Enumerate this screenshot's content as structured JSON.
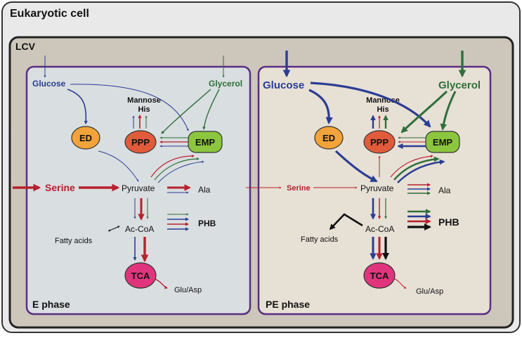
{
  "outer_title": "Eukaryotic cell",
  "lcv_label": "LCV",
  "colors": {
    "blue": "#2b3d93",
    "red": "#b7202e",
    "green": "#2f6f3a",
    "black": "#111111",
    "ed": "#f2a33a",
    "ppp": "#e15b3b",
    "emp": "#8cc63f",
    "tca": "#e0357c",
    "panel_left": "#d9dee0",
    "panel_right": "#e7e0d5",
    "lcv_fill": "#cdc6bb",
    "cell_fill": "#e9e9e9",
    "panel_border": "#5a2d82"
  },
  "panels": {
    "e": {
      "phase": "E phase",
      "glucose": "Glucose",
      "glycerol": "Glycerol",
      "mannose": "Mannose",
      "his": "His",
      "ed": "ED",
      "ppp": "PPP",
      "emp": "EMP",
      "serine": "Serine",
      "pyruvate": "Pyruvate",
      "ala": "Ala",
      "acoa": "Ac-CoA",
      "fatty": "Fatty acids",
      "phb": "PHB",
      "tca": "TCA",
      "gluasp": "Glu/Asp"
    },
    "pe": {
      "phase": "PE phase",
      "glucose": "Glucose",
      "glycerol": "Glycerol",
      "mannose": "Mannose",
      "his": "His",
      "ed": "ED",
      "ppp": "PPP",
      "emp": "EMP",
      "serine": "Serine",
      "pyruvate": "Pyruvate",
      "ala": "Ala",
      "acoa": "Ac-CoA",
      "fatty": "Fatty acids",
      "phb": "PHB",
      "tca": "TCA",
      "gluasp": "Glu/Asp"
    }
  }
}
